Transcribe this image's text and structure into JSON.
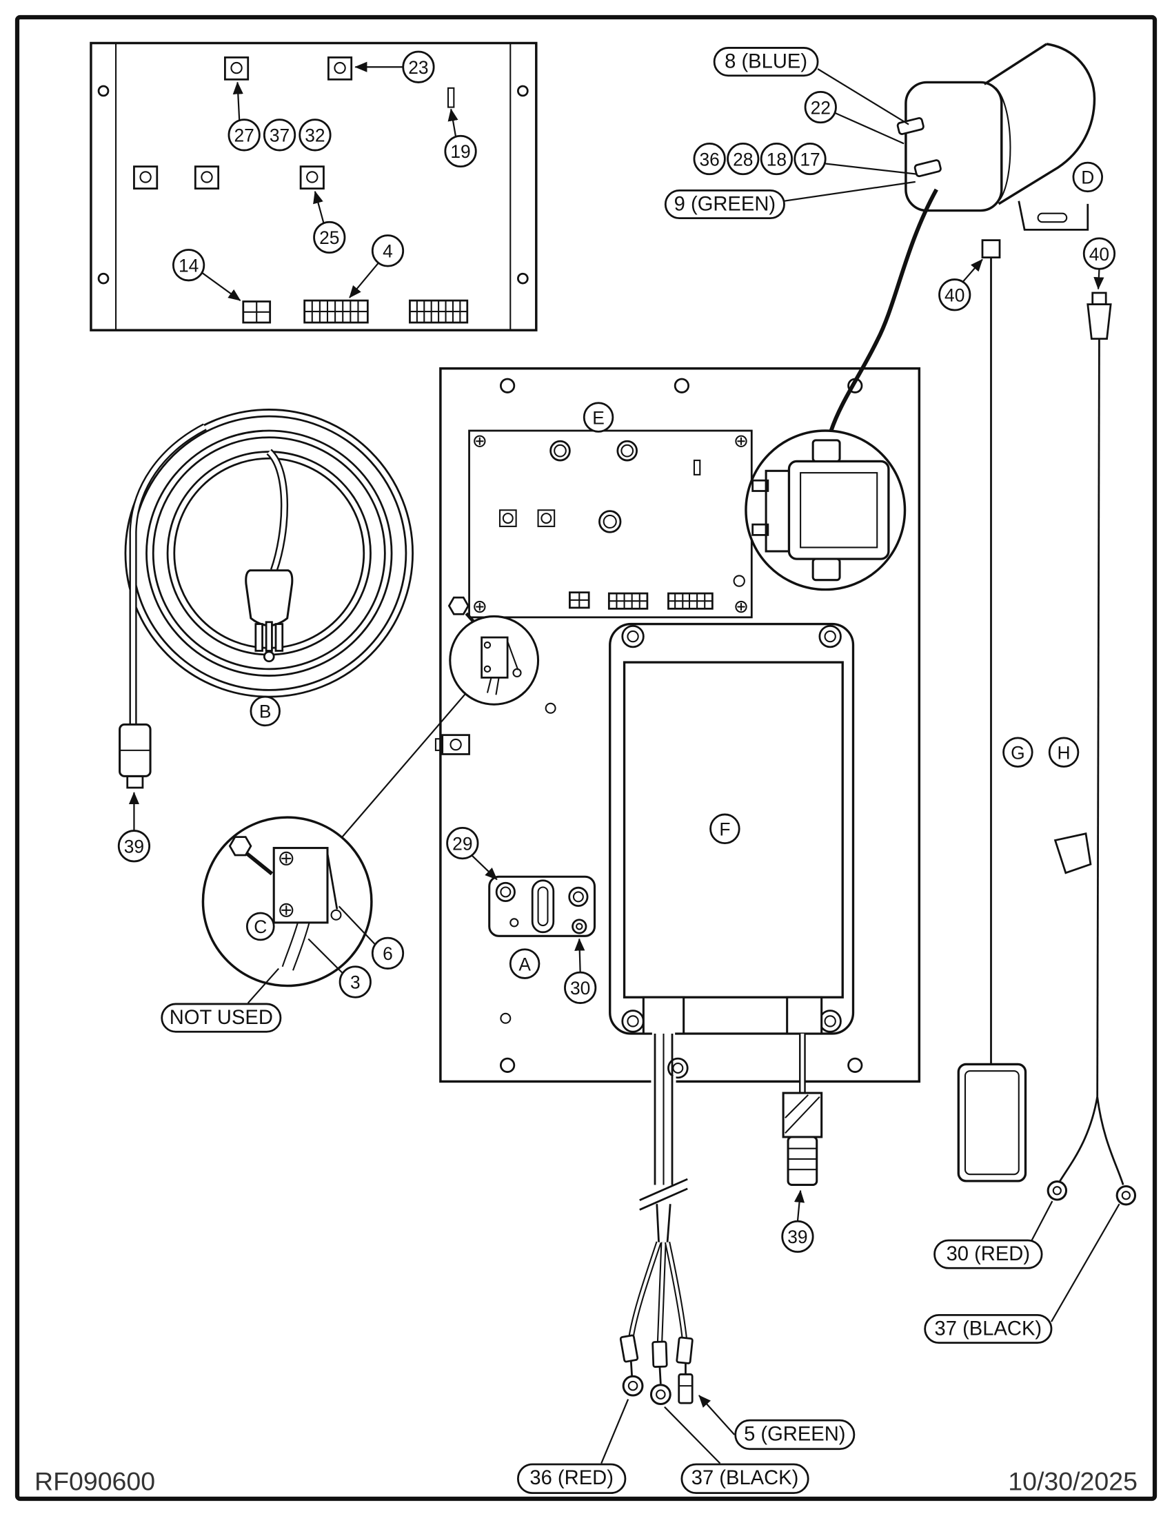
{
  "footer": {
    "doc_number": "RF090600",
    "date": "10/30/2025"
  },
  "top_left_panel": {
    "c23": "23",
    "c27": "27",
    "c37": "37",
    "c32": "32",
    "c19": "19",
    "c25": "25",
    "c14": "14",
    "c4": "4"
  },
  "motor_assembly": {
    "label": "D",
    "blue_wire": "8 (BLUE)",
    "green_wire": "9 (GREEN)",
    "c22": "22",
    "c36": "36",
    "c28": "28",
    "c18": "18",
    "c17": "17"
  },
  "power_cord": {
    "label": "B",
    "c39": "39"
  },
  "main_panel": {
    "board_label": "E",
    "box_label": "F",
    "bracket_label": "A",
    "c29": "29",
    "c30": "30"
  },
  "detail_c": {
    "label": "C",
    "c6": "6",
    "c3": "3",
    "not_used": "NOT USED"
  },
  "harnesses": {
    "g_label": "G",
    "h_label": "H",
    "c40_left": "40",
    "c40_right": "40",
    "red_30": "30 (RED)",
    "black_37": "37 (BLACK)"
  },
  "output_wires": {
    "c39": "39",
    "red_36": "36 (RED)",
    "black_37": "37 (BLACK)",
    "green_5": "5 (GREEN)"
  }
}
